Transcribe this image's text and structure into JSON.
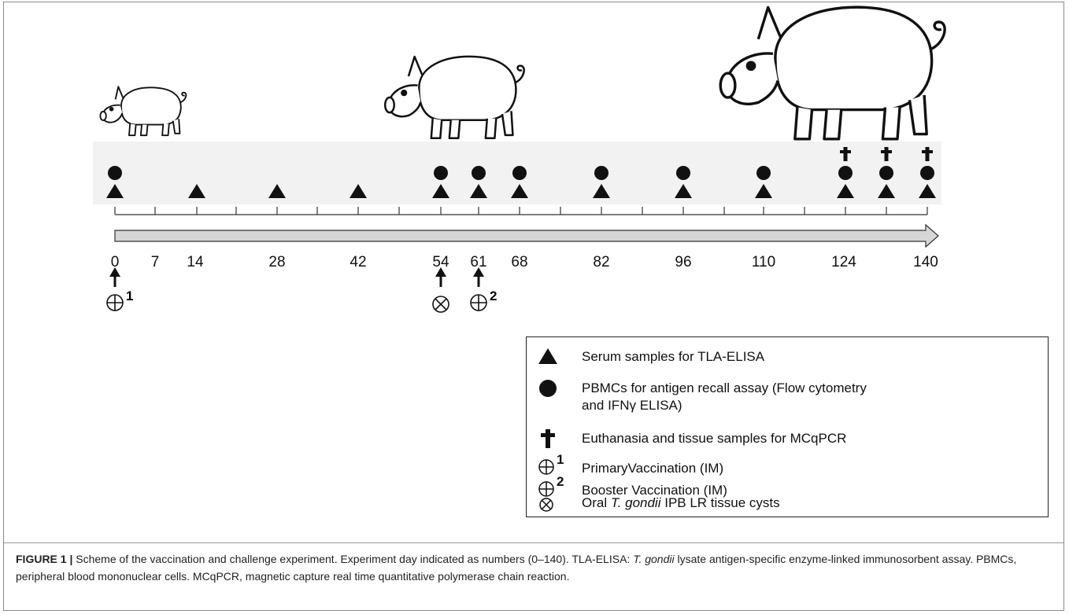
{
  "days": [
    "0",
    "7",
    "14",
    "28",
    "42",
    "54",
    "61",
    "68",
    "82",
    "96",
    "110",
    "124",
    "140"
  ],
  "events": {
    "primary_superscript": "1",
    "booster_superscript": "2"
  },
  "legend": {
    "items": [
      {
        "symbol": "triangle-icon",
        "text": "Serum samples for TLA-ELISA"
      },
      {
        "symbol": "circle-icon",
        "text_line1": "PBMCs for antigen recall assay (Flow cytometry",
        "text_line2": "and  IFNγ ELISA)"
      },
      {
        "symbol": "cross-icon",
        "text": "Euthanasia and tissue samples for MCqPCR"
      },
      {
        "symbol": "oplus-icon",
        "superscript": "1",
        "text": "PrimaryVaccination (IM)"
      },
      {
        "symbol": "oplus-icon",
        "superscript": "2",
        "text": "Booster Vaccination (IM)"
      },
      {
        "symbol": "otimes-icon",
        "text_pre": "Oral ",
        "text_italic": "T. gondii",
        "text_post": " IPB LR tissue cysts"
      }
    ]
  },
  "caption": {
    "label": "FIGURE 1 |",
    "text_1": " Scheme of the vaccination and challenge experiment. Experiment day indicated as numbers (0–140). TLA-ELISA: ",
    "italic_1": "T. gondii",
    "text_2": " lysate antigen-specific enzyme-linked immunosorbent assay. PBMCs, peripheral blood mononuclear cells. MCqPCR, magnetic capture real time quantitative polymerase chain reaction."
  }
}
